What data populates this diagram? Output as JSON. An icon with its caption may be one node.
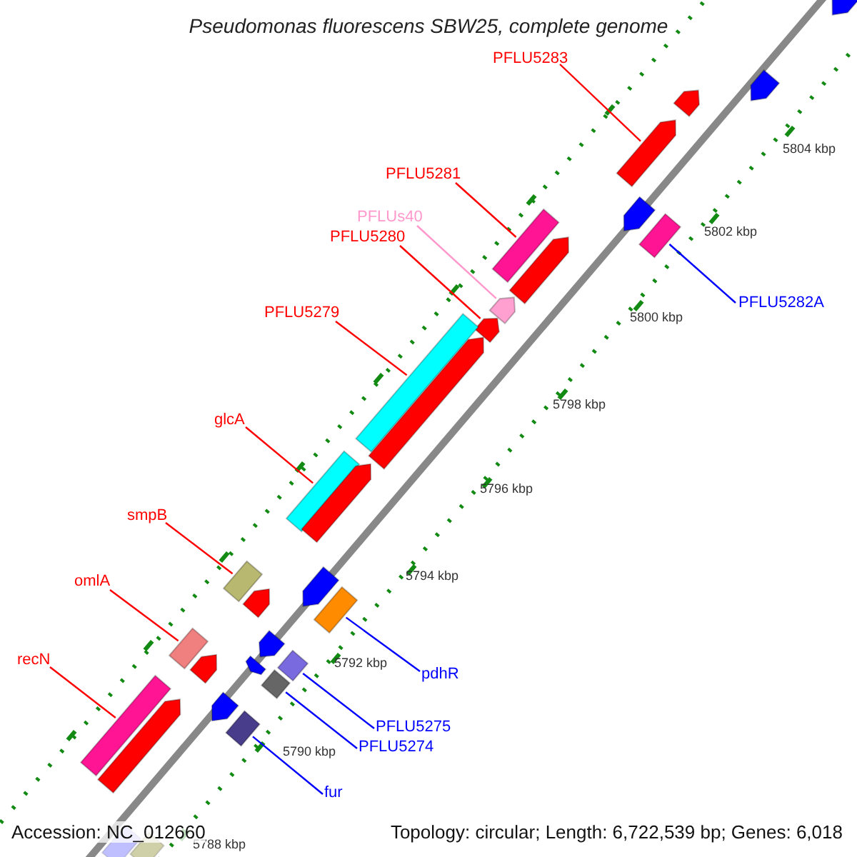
{
  "diagram": {
    "title": "Pseudomonas fluorescens SBW25, complete genome",
    "nodes": [
      {
        "text": [
          "PFLU5283"
        ]
      },
      {
        "text": [
          "PFLU5281"
        ]
      },
      {
        "text": [
          "PFLUs40"
        ]
      },
      {
        "text": [
          "PFLU5280"
        ]
      },
      {
        "text": [
          "PFLU5282A"
        ]
      },
      {
        "text": [
          "PFLU5279"
        ]
      },
      {
        "text": [
          "glcA"
        ]
      },
      {
        "text": [
          "smpB"
        ]
      },
      {
        "text": [
          "omlA"
        ]
      },
      {
        "text": [
          "recN"
        ]
      },
      {
        "text": [
          "pdhR"
        ]
      },
      {
        "text": [
          "PFLU5275"
        ]
      },
      {
        "text": [
          "PFLU5274"
        ]
      },
      {
        "text": [
          "fur"
        ]
      },
      {
        "text": [],
        "shape": "arrow"
      },
      {
        "text": [],
        "shape": "arrow"
      },
      {
        "text": [],
        "shape": "arrow"
      },
      {
        "text": [],
        "shape": "arrow"
      },
      {
        "text": [],
        "shape": "arrow"
      },
      {
        "text": [],
        "shape": "bar"
      },
      {
        "text": [],
        "shape": "bar"
      },
      {
        "text": [],
        "shape": "arrow"
      },
      {
        "text": [],
        "shape": "arrow"
      },
      {
        "text": [],
        "shape": "arrow"
      },
      {
        "text": [],
        "shape": "bar"
      },
      {
        "text": [],
        "shape": "arrow"
      },
      {
        "text": [],
        "shape": "bar"
      },
      {
        "text": [],
        "shape": "arrow"
      },
      {
        "text": [],
        "shape": "bar"
      },
      {
        "text": [],
        "shape": "arrow"
      },
      {
        "text": [],
        "shape": "arrow"
      },
      {
        "text": [],
        "shape": "bar"
      },
      {
        "text": [],
        "shape": "arrow"
      },
      {
        "text": [],
        "shape": "bar"
      },
      {
        "text": [],
        "shape": "arrow"
      },
      {
        "text": [],
        "shape": "bar"
      },
      {
        "text": [],
        "shape": "arrow"
      },
      {
        "text": [],
        "shape": "bar"
      },
      {
        "text": [],
        "shape": "arrow"
      },
      {
        "text": [],
        "shape": "bar"
      },
      {
        "text": [],
        "shape": "bar"
      },
      {
        "text": [],
        "shape": "arrow"
      },
      {
        "text": [],
        "shape": "bar"
      },
      {
        "text": [],
        "shape": "bar"
      }
    ],
    "edges": [
      {
        "from": 0,
        "to": 17,
        "arrow": "none"
      },
      {
        "from": 1,
        "to": 20,
        "arrow": "none"
      },
      {
        "from": 2,
        "to": 22,
        "arrow": "none",
        "color": "#ff99cc"
      },
      {
        "from": 3,
        "to": 23,
        "arrow": "none"
      },
      {
        "from": 4,
        "to": 19,
        "arrow": "none",
        "color": "#0000ff"
      },
      {
        "from": 5,
        "to": 24,
        "arrow": "none"
      },
      {
        "from": 6,
        "to": 26,
        "arrow": "none"
      },
      {
        "from": 7,
        "to": 28,
        "arrow": "none"
      },
      {
        "from": 8,
        "to": 33,
        "arrow": "none"
      },
      {
        "from": 9,
        "to": 39,
        "arrow": "none"
      },
      {
        "from": 10,
        "to": 31,
        "arrow": "none",
        "color": "#0000ff"
      },
      {
        "from": 11,
        "to": 35,
        "arrow": "none",
        "color": "#0000ff"
      },
      {
        "from": 12,
        "to": 37,
        "arrow": "none",
        "color": "#0000ff"
      },
      {
        "from": 13,
        "to": 40,
        "arrow": "none",
        "color": "#0000ff"
      }
    ],
    "labels": [
      "5804 kbp",
      "5802 kbp",
      "5800 kbp",
      "5798 kbp",
      "5796 kbp",
      "5794 kbp",
      "5792 kbp",
      "5790 kbp",
      "5788 kbp",
      "Accession: NC_012660",
      "Topology: circular; Length: 6,722,539 bp; Genes: 6,018"
    ]
  }
}
